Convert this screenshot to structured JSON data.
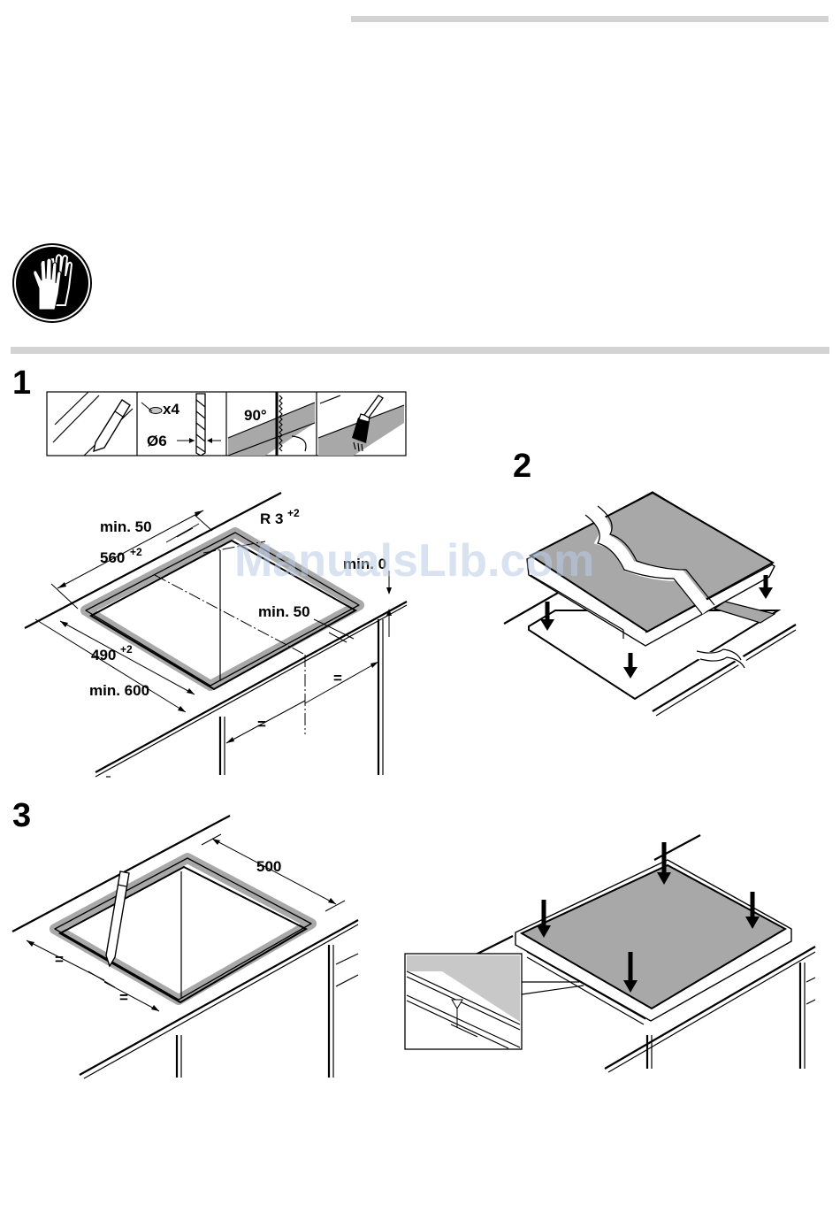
{
  "page": {
    "steps": [
      "1",
      "2",
      "3"
    ],
    "watermark": "ManualsLib.com"
  },
  "tools": {
    "screws_count": "x4",
    "drill_size": "Ø6",
    "saw_angle": "90°"
  },
  "step1": {
    "dim_min50_top": "min. 50",
    "dim_width": "560",
    "dim_width_tol": "+2",
    "dim_radius": "R 3",
    "dim_radius_tol": "+2",
    "dim_min50_right": "min. 50",
    "dim_depth": "490",
    "dim_depth_tol": "+2",
    "dim_min600": "min. 600",
    "dim_equal_a": "=",
    "dim_equal_b": "=",
    "dim_partial": "min. 0"
  },
  "step3": {
    "dim_500": "500",
    "dim_equal_a": "=",
    "dim_equal_b": "="
  },
  "colors": {
    "rule": "#d3d3d3",
    "surface_gray": "#a8a8a8",
    "icon_black": "#000000"
  }
}
